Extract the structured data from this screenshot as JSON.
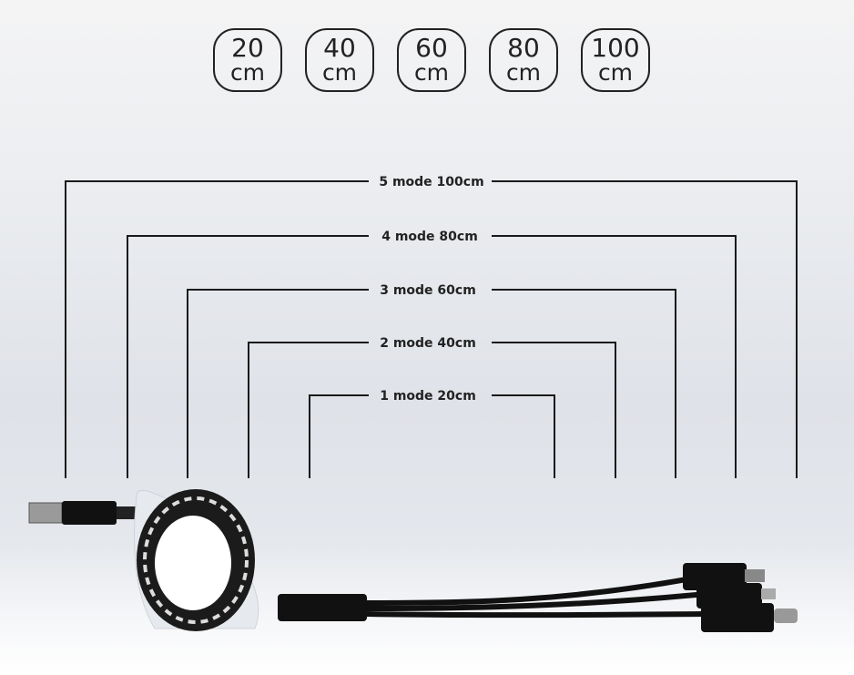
{
  "badges": [
    {
      "number": "20",
      "unit": "cm"
    },
    {
      "number": "40",
      "unit": "cm"
    },
    {
      "number": "60",
      "unit": "cm"
    },
    {
      "number": "80",
      "unit": "cm"
    },
    {
      "number": "100",
      "unit": "cm"
    }
  ],
  "modes": [
    {
      "label": "5 mode 100cm"
    },
    {
      "label": "4 mode 80cm"
    },
    {
      "label": "3 mode 60cm"
    },
    {
      "label": "2 mode 40cm"
    },
    {
      "label": "1 mode 20cm"
    }
  ]
}
